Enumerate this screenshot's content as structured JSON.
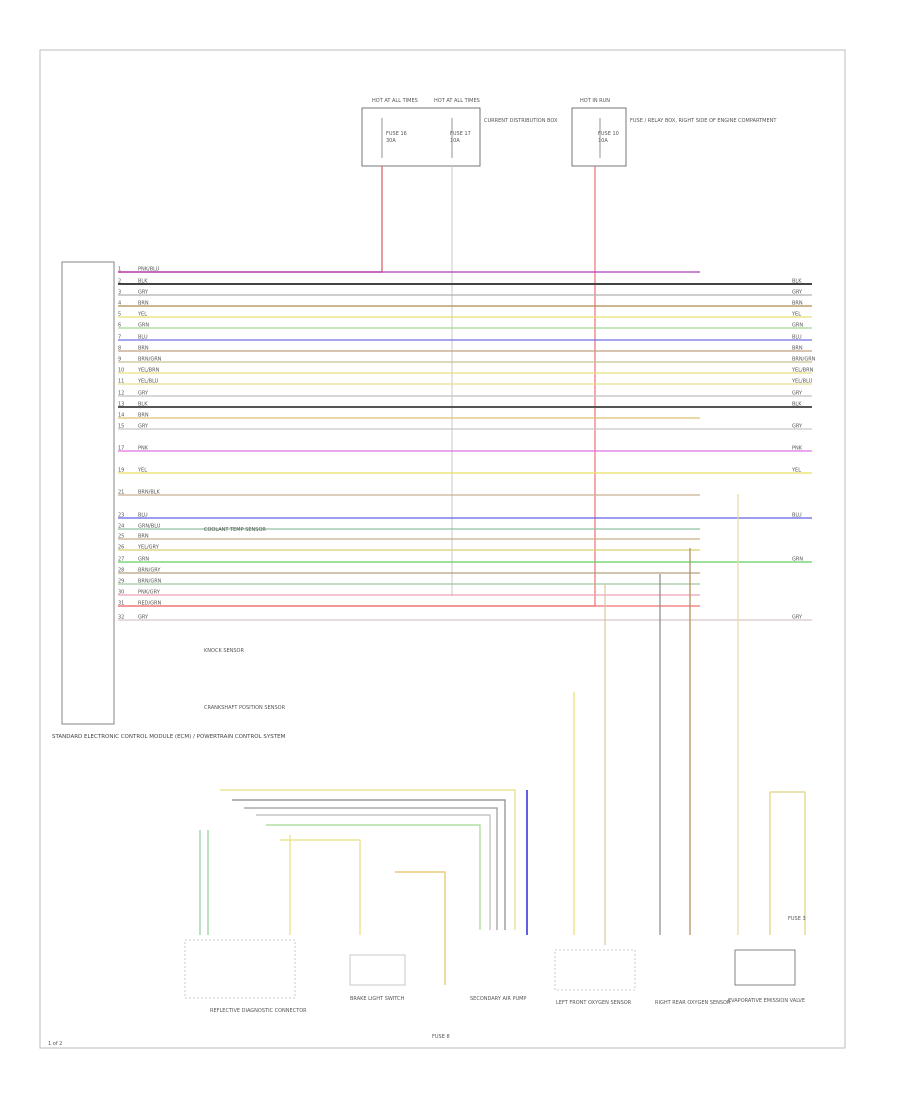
{
  "page_label": "1 of 2",
  "ecu_label": "STANDARD ELECTRONIC CONTROL MODULE (ECM) / POWERTRAIN CONTROL SYSTEM",
  "fuses": [
    {
      "top": "HOT AT ALL TIMES",
      "name": "FUSE 16",
      "amp": "30A"
    },
    {
      "top": "HOT AT ALL TIMES",
      "name": "FUSE 17",
      "amp": "10A"
    },
    {
      "top": "HOT IN RUN",
      "name": "FUSE 10",
      "amp": "10A"
    }
  ],
  "fuse_notes": [
    "CURRENT DISTRIBUTION BOX",
    "FUSE / RELAY BOX, RIGHT SIDE OF ENGINE COMPARTMENT"
  ],
  "wire_rows": [
    {
      "pin": "1",
      "color": "PNK/BLU",
      "right": "",
      "c": "#b03cc0"
    },
    {
      "pin": "2",
      "color": "BLK",
      "right": "BLK",
      "c": "#444444"
    },
    {
      "pin": "3",
      "color": "GRY",
      "right": "GRY",
      "c": "#b0b0b0"
    },
    {
      "pin": "4",
      "color": "BRN",
      "right": "BRN",
      "c": "#b08a50"
    },
    {
      "pin": "5",
      "color": "YEL",
      "right": "YEL",
      "c": "#e8e070"
    },
    {
      "pin": "6",
      "color": "GRN",
      "right": "GRN",
      "c": "#a0d890"
    },
    {
      "pin": "7",
      "color": "BLU",
      "right": "BLU",
      "c": "#7070e0"
    },
    {
      "pin": "8",
      "color": "BRN",
      "right": "BRN",
      "c": "#c0a080"
    },
    {
      "pin": "9",
      "color": "BRN/GRN",
      "right": "BRN/GRN",
      "c": "#c8c090"
    },
    {
      "pin": "10",
      "color": "YEL/BRN",
      "right": "YEL/BRN",
      "c": "#e8e080"
    },
    {
      "pin": "11",
      "color": "YEL/BLU",
      "right": "YEL/BLU",
      "c": "#e8e090"
    },
    {
      "pin": "12",
      "color": "GRY",
      "right": "GRY",
      "c": "#c0c0c0"
    },
    {
      "pin": "13",
      "color": "BLK",
      "right": "BLK",
      "c": "#555555"
    },
    {
      "pin": "14",
      "color": "BRN",
      "right": "",
      "c": "#e0c070"
    },
    {
      "pin": "15",
      "color": "GRY",
      "right": "GRY",
      "c": "#c8c8c8"
    },
    {
      "pin": "17",
      "color": "PNK",
      "right": "PNK",
      "c": "#e070e0"
    },
    {
      "pin": "19",
      "color": "YEL",
      "right": "YEL",
      "c": "#e8e060"
    },
    {
      "pin": "21",
      "color": "BRN/BLK",
      "right": "",
      "c": "#c8b090"
    },
    {
      "pin": "23",
      "color": "BLU",
      "right": "BLU",
      "c": "#6060e0"
    },
    {
      "pin": "24",
      "color": "GRN/BLU",
      "right": "",
      "c": "#90c0a0"
    },
    {
      "pin": "25",
      "color": "BRN",
      "right": "",
      "c": "#c8b088"
    },
    {
      "pin": "26",
      "color": "YEL/GRY",
      "right": "",
      "c": "#d8d070"
    },
    {
      "pin": "27",
      "color": "GRN",
      "right": "GRN",
      "c": "#60d060"
    },
    {
      "pin": "28",
      "color": "BRN/GRY",
      "right": "",
      "c": "#b0a080"
    },
    {
      "pin": "29",
      "color": "BRN/GRN",
      "right": "",
      "c": "#a0c8a0"
    },
    {
      "pin": "30",
      "color": "PNK/GRY",
      "right": "",
      "c": "#f0a0b0"
    },
    {
      "pin": "31",
      "color": "RED/GRN",
      "right": "",
      "c": "#f07070"
    },
    {
      "pin": "32",
      "color": "GRY",
      "right": "GRY",
      "c": "#d8c8c8"
    }
  ],
  "bottom_components": [
    "REFLECTIVE DIAGNOSTIC CONNECTOR",
    "BRAKE LIGHT SWITCH",
    "FUSE 8",
    "SECONDARY AIR PUMP",
    "LEFT FRONT OXYGEN SENSOR",
    "RIGHT REAR OXYGEN SENSOR",
    "EVAPORATIVE EMISSION VALVE",
    "FUSE 3"
  ],
  "side_labels": [
    "COOLANT TEMP SENSOR",
    "KNOCK SENSOR",
    "CRANKSHAFT POSITION SENSOR"
  ]
}
